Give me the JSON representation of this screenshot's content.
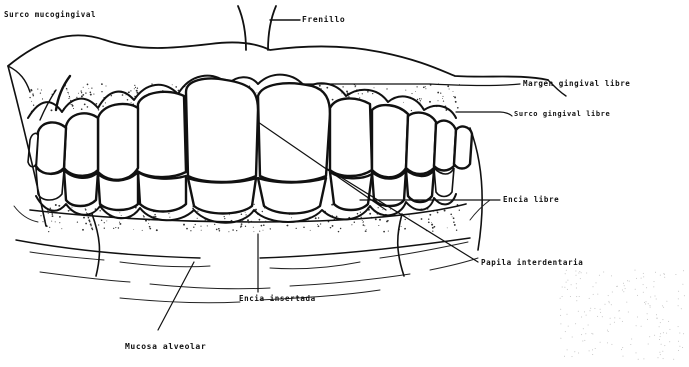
{
  "labels": {
    "surco_mucogingival": "Surco mucogingival",
    "frenillo": "Frenillo",
    "margen_gingival_libre": "Margen gingival libre",
    "surco_gingival_libre": "Surco gingival libre",
    "encia_libre": "Encia libre",
    "papila_interdentaria": "Papila interdentaria",
    "encia_insertada": "Encia insertada",
    "mucosa_alveolar": "Mucosa alveolar"
  }
}
